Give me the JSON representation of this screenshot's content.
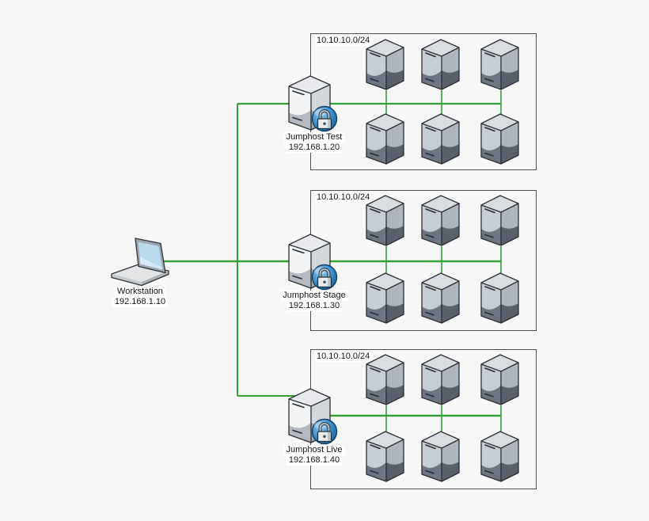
{
  "diagram": {
    "workstation": {
      "name": "Workstation",
      "ip": "192.168.1.10"
    },
    "jumphosts": [
      {
        "name": "Jumphost Test",
        "ip": "192.168.1.20"
      },
      {
        "name": "Jumphost Stage",
        "ip": "192.168.1.30"
      },
      {
        "name": "Jumphost Live",
        "ip": "192.168.1.40"
      }
    ],
    "server_groups": [
      {
        "subnet": "10.10.10.0/24",
        "server_count": 6
      },
      {
        "subnet": "10.10.10.0/24",
        "server_count": 6
      },
      {
        "subnet": "10.10.10.0/24",
        "server_count": 6
      }
    ],
    "colors": {
      "background": "#f7f7f7",
      "link_green": "#35a035",
      "box_border": "#4d4d4d",
      "badge_blue": "#2277b5"
    }
  }
}
